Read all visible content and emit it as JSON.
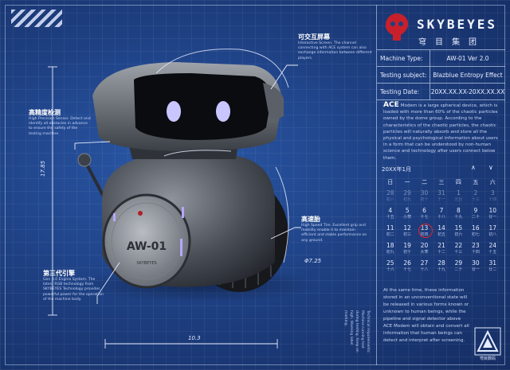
{
  "brand": {
    "name": "SKYBEYES",
    "name_cn": "穹目集团"
  },
  "spec": [
    {
      "label": "Machine Type:",
      "value": "AW-01 Ver 2.0"
    },
    {
      "label": "Testing subject:",
      "value": "Blazblue Entropy Effect"
    },
    {
      "label": "Testing Date:",
      "value": "20XX.XX.XX-20XX.XX.XX"
    }
  ],
  "description": {
    "lead": "ACE",
    "body": "Modem is a large spherical device, which is loaded with more than 60% of the chaotic particles owned by the dome group. According to the characteristics of the chaotic particles, the chaotic particles will naturally absorb and store all the physical and psychological information about users in a form that can be understood by non-human science and technology after users connect below them."
  },
  "calendar": {
    "month": "20XX年1月",
    "nav_up": "∧",
    "nav_down": "∨",
    "weekdays": [
      "日",
      "一",
      "二",
      "三",
      "四",
      "五",
      "六"
    ],
    "days": [
      {
        "n": "28",
        "s": "初八",
        "dim": true
      },
      {
        "n": "29",
        "s": "初九",
        "dim": true
      },
      {
        "n": "30",
        "s": "初十",
        "dim": true
      },
      {
        "n": "31",
        "s": "十一",
        "dim": true
      },
      {
        "n": "1",
        "s": "元旦",
        "dim": true
      },
      {
        "n": "2",
        "s": "十三",
        "dim": true
      },
      {
        "n": "3",
        "s": "十四",
        "dim": true
      },
      {
        "n": "4",
        "s": "十五"
      },
      {
        "n": "5",
        "s": "小寒"
      },
      {
        "n": "6",
        "s": "十七"
      },
      {
        "n": "7",
        "s": "十八"
      },
      {
        "n": "8",
        "s": "十九"
      },
      {
        "n": "9",
        "s": "二十"
      },
      {
        "n": "10",
        "s": "廿一"
      },
      {
        "n": "11",
        "s": "初二"
      },
      {
        "n": "12",
        "s": "初三"
      },
      {
        "n": "13",
        "s": "初四",
        "mark": true
      },
      {
        "n": "14",
        "s": "初五"
      },
      {
        "n": "15",
        "s": "初六"
      },
      {
        "n": "16",
        "s": "初七"
      },
      {
        "n": "17",
        "s": "初八"
      },
      {
        "n": "18",
        "s": "初九"
      },
      {
        "n": "19",
        "s": "初十"
      },
      {
        "n": "20",
        "s": "大寒"
      },
      {
        "n": "21",
        "s": "十二"
      },
      {
        "n": "22",
        "s": "十三"
      },
      {
        "n": "23",
        "s": "十四"
      },
      {
        "n": "24",
        "s": "十五"
      },
      {
        "n": "25",
        "s": "十六"
      },
      {
        "n": "26",
        "s": "十七"
      },
      {
        "n": "27",
        "s": "十八"
      },
      {
        "n": "28",
        "s": "十九"
      },
      {
        "n": "29",
        "s": "二十"
      },
      {
        "n": "30",
        "s": "廿一"
      },
      {
        "n": "31",
        "s": "廿二"
      }
    ]
  },
  "note": "At the same time, these information stored in an unconventional state will be released in various forms known or unknown to human beings, while the pipeline and signal detector above ACE Modem will obtain and convert all information that human beings can detect and interpret after screening.",
  "badge_text": "穹目数码",
  "callouts": {
    "screen": {
      "title": "可交互屏幕",
      "en": "Interactive Screen. The channel connecting with ACE system can also exchange information between different players."
    },
    "sensor": {
      "title": "高精度检测",
      "en": "High Precision Sensor. Detect and identify all obstacles in advance to ensure the safety of the testing machine."
    },
    "engine": {
      "title": "第三代引擎",
      "en": "Gen 3.0 Engine System. The latest RGB technology from SKYBEYES Technology provides powerful power for the operation of the machine body."
    },
    "tire": {
      "title": "高速胎",
      "en": "High Speed Tire. Excellent grip and mobility enable it to maintain efficient and stable performance on any ground."
    }
  },
  "dimensions": {
    "height": "17.85",
    "width": "10.3",
    "wheel": "Φ7.25"
  },
  "robot_label": {
    "model": "AW-01",
    "maker": "SKYBEYES"
  },
  "vertical_note": "Technical requirements: Machine running test during testing. Keep on high. Warning label marking."
}
